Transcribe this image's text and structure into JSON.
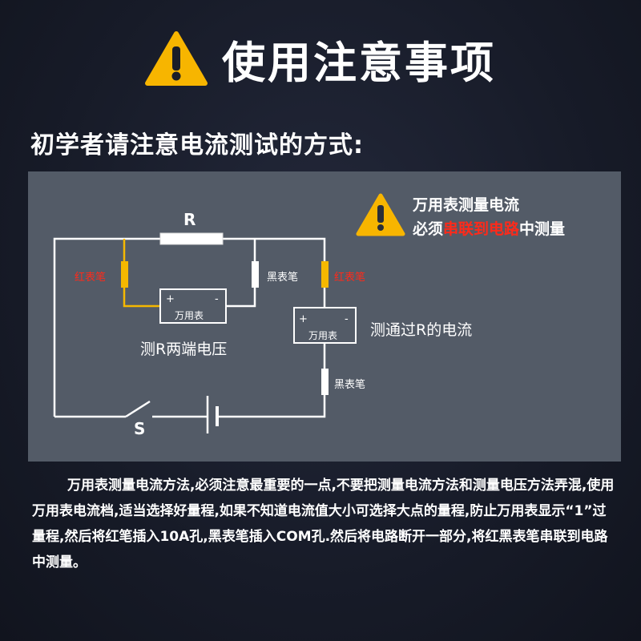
{
  "header": {
    "title": "使用注意事项"
  },
  "subtitle": "初学者请注意电流测试的方式:",
  "warning_box": {
    "line1": "万用表测量电流",
    "line2_prefix": "必须",
    "line2_highlight": "串联到电路",
    "line2_suffix": "中测量"
  },
  "circuit": {
    "resistor_label": "R",
    "switch_label": "S",
    "red_probe": "红表笔",
    "black_probe": "黑表笔",
    "meter_label": "万用表",
    "plus": "+",
    "minus": "-",
    "voltage_caption": "测R两端电压",
    "current_caption": "测通过R的电流"
  },
  "note_text": "万用表测量电流方法,必须注意最重要的一点,不要把测量电流方法和测量电压方法弄混,使用万用表电流档,适当选择好量程,如果不知道电流值大小可选择大点的量程,防止万用表显示“1”过量程,然后将红笔插入10A孔,黑表笔插入COM孔.然后将电路断开一部分,将红黑表笔串联到电路中测量。",
  "colors": {
    "background": "#171b28",
    "panel": "#535b67",
    "warning_yellow": "#f7b500",
    "red_text": "#ff2a1a",
    "probe_yellow": "#f5b800",
    "wire": "#ffffff"
  }
}
